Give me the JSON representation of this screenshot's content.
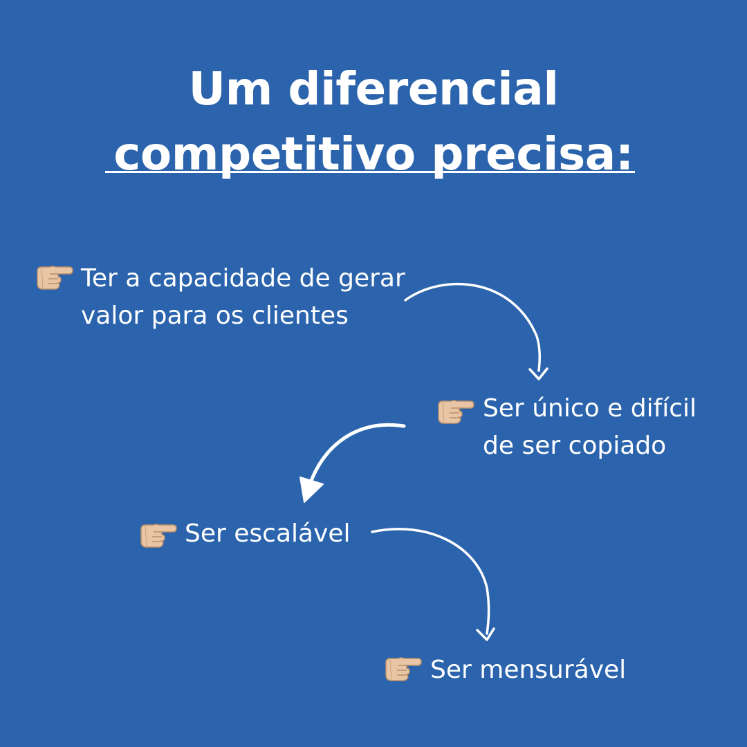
{
  "title": {
    "line1": "Um diferencial",
    "line2": "competitivo precisa:"
  },
  "items": [
    {
      "icon": "pointing-hand-icon",
      "lines": [
        "Ter a capacidade de gerar",
        "valor para os clientes"
      ]
    },
    {
      "icon": "pointing-hand-icon",
      "lines": [
        "Ser único e difícil",
        "de ser copiado"
      ]
    },
    {
      "icon": "pointing-hand-icon",
      "lines": [
        "Ser escalável"
      ]
    },
    {
      "icon": "pointing-hand-icon",
      "lines": [
        "Ser mensurável"
      ]
    }
  ],
  "colors": {
    "background": "#2b64ad",
    "text": "#ffffff",
    "hand_skin": "#e8c6a5",
    "hand_shadow": "#b98e68"
  }
}
